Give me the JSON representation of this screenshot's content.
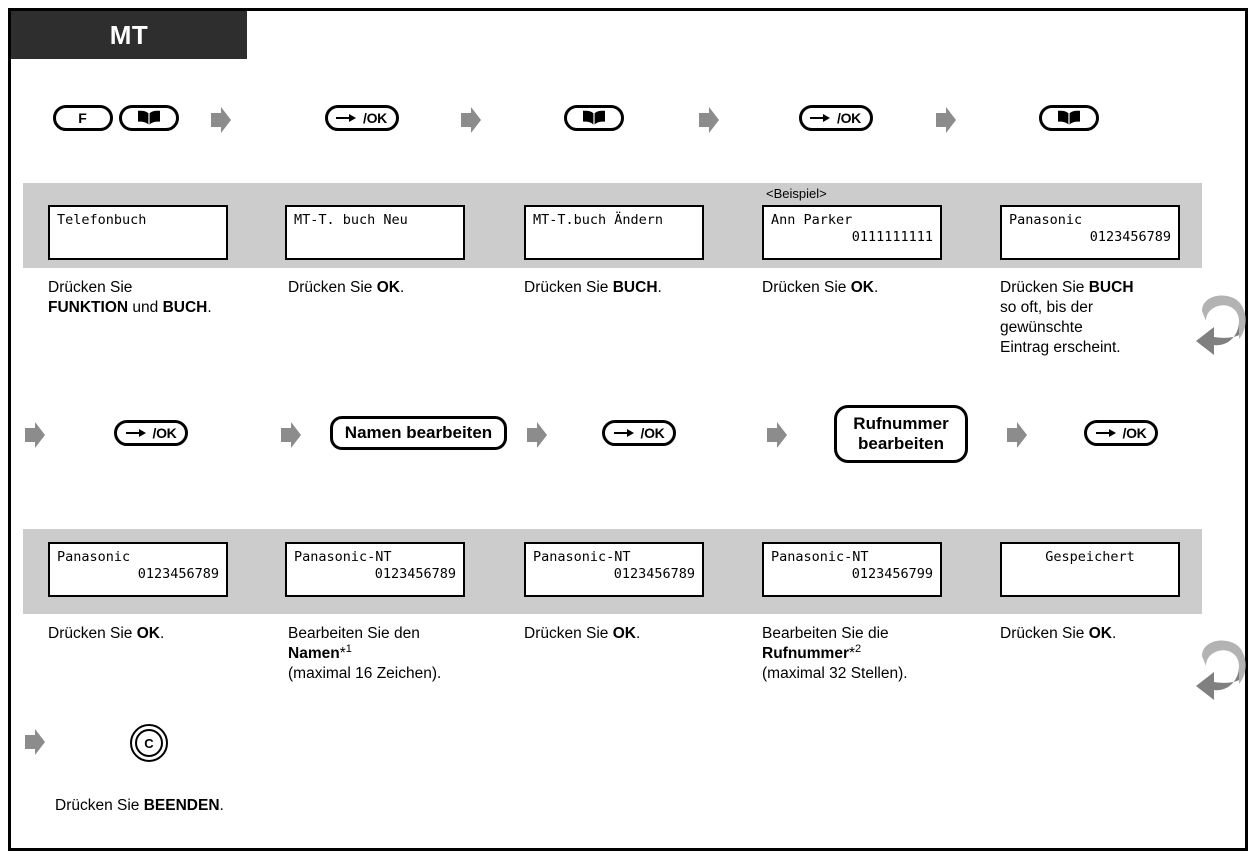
{
  "header": {
    "tab_label": "MT"
  },
  "icons": {
    "arrow": "right-arrow-icon",
    "book": "phonebook-book-icon",
    "ok": "ok-key-icon",
    "return": "return-loop-arrow-icon"
  },
  "keys": {
    "f": "F",
    "ok": "/OK",
    "ok_full": "→•/OK",
    "c": "C",
    "softkey_name": "Namen bearbeiten",
    "softkey_number_line1": "Rufnummer",
    "softkey_number_line2": "bearbeiten"
  },
  "row1": {
    "keys": [
      {
        "type": "pair",
        "labels": [
          "F",
          "book"
        ]
      },
      {
        "type": "ok",
        "label": "/OK"
      },
      {
        "type": "book",
        "label": "book"
      },
      {
        "type": "ok",
        "label": "/OK"
      },
      {
        "type": "book",
        "label": "book"
      }
    ],
    "example_label": "<Beispiel>",
    "lcds": [
      {
        "line1": "Telefonbuch",
        "line2": ""
      },
      {
        "line1": "MT-T. buch Neu",
        "line2": ""
      },
      {
        "line1": "MT-T.buch Ändern",
        "line2": ""
      },
      {
        "line1": "Ann Parker",
        "line2": "0111111111"
      },
      {
        "line1": "Panasonic",
        "line2": "0123456789"
      }
    ],
    "captions": [
      {
        "parts": [
          {
            "t": "Drücken Sie\n",
            "b": false
          },
          {
            "t": "FUNKTION",
            "b": true
          },
          {
            "t": " und ",
            "b": false
          },
          {
            "t": "BUCH",
            "b": true
          },
          {
            "t": ".",
            "b": false
          }
        ]
      },
      {
        "parts": [
          {
            "t": "Drücken Sie ",
            "b": false
          },
          {
            "t": "OK",
            "b": true
          },
          {
            "t": ".",
            "b": false
          }
        ]
      },
      {
        "parts": [
          {
            "t": "Drücken Sie ",
            "b": false
          },
          {
            "t": "BUCH",
            "b": true
          },
          {
            "t": ".",
            "b": false
          }
        ]
      },
      {
        "parts": [
          {
            "t": "Drücken Sie ",
            "b": false
          },
          {
            "t": "OK",
            "b": true
          },
          {
            "t": ".",
            "b": false
          }
        ]
      },
      {
        "parts": [
          {
            "t": "Drücken Sie ",
            "b": false
          },
          {
            "t": "BUCH",
            "b": true
          },
          {
            "t": "\nso oft, bis der\ngewünschte\nEintrag erscheint.",
            "b": false
          }
        ]
      }
    ]
  },
  "row2": {
    "lcds": [
      {
        "line1": "Panasonic",
        "line2": "0123456789"
      },
      {
        "line1": "Panasonic-NT",
        "line2": "0123456789"
      },
      {
        "line1": "Panasonic-NT",
        "line2": "0123456789"
      },
      {
        "line1": "Panasonic-NT",
        "line2": "0123456799"
      },
      {
        "line1": "Gespeichert",
        "line2": ""
      }
    ],
    "captions": [
      {
        "parts": [
          {
            "t": "Drücken Sie ",
            "b": false
          },
          {
            "t": "OK",
            "b": true
          },
          {
            "t": ".",
            "b": false
          }
        ]
      },
      {
        "parts": [
          {
            "t": "Bearbeiten Sie den\n",
            "b": false
          },
          {
            "t": "Namen",
            "b": true
          },
          {
            "t": "*",
            "b": false
          },
          {
            "t": "1",
            "sup": true
          },
          {
            "t": "\n(maximal 16 Zeichen).",
            "b": false
          }
        ]
      },
      {
        "parts": [
          {
            "t": "Drücken Sie ",
            "b": false
          },
          {
            "t": "OK",
            "b": true
          },
          {
            "t": ".",
            "b": false
          }
        ]
      },
      {
        "parts": [
          {
            "t": "Bearbeiten Sie die\n",
            "b": false
          },
          {
            "t": "Rufnummer",
            "b": true
          },
          {
            "t": "*",
            "b": false
          },
          {
            "t": "2",
            "sup": true
          },
          {
            "t": "\n(maximal 32 Stellen).",
            "b": false
          }
        ]
      },
      {
        "parts": [
          {
            "t": "Drücken Sie ",
            "b": false
          },
          {
            "t": "OK",
            "b": true
          },
          {
            "t": ".",
            "b": false
          }
        ]
      }
    ]
  },
  "row3": {
    "caption": {
      "parts": [
        {
          "t": "Drücken Sie ",
          "b": false
        },
        {
          "t": "BEENDEN",
          "b": true
        },
        {
          "t": ".",
          "b": false
        }
      ]
    }
  },
  "colors": {
    "header_bg": "#2e2e2e",
    "header_fg": "#ffffff",
    "band_bg": "#cccccc",
    "arrow_fill": "#8c8c8c",
    "lcd_bg": "#ffffff",
    "ink": "#000000"
  },
  "text_cache": {
    "mt": "MT",
    "beispiel": "<Beispiel>",
    "lcd_r1_1": "Telefonbuch",
    "lcd_r1_2": "MT-T. buch Neu",
    "lcd_r1_3": "MT-T.buch Ändern",
    "lcd_r1_4a": "Ann Parker",
    "lcd_r1_4b": "0111111111",
    "lcd_r1_5a": "Panasonic",
    "lcd_r1_5b": "0123456789",
    "lcd_r2_1a": "Panasonic",
    "lcd_r2_1b": "0123456789",
    "lcd_r2_2a": "Panasonic-NT",
    "lcd_r2_2b": "0123456789",
    "lcd_r2_3a": "Panasonic-NT",
    "lcd_r2_3b": "0123456789",
    "lcd_r2_4a": "Panasonic-NT",
    "lcd_r2_4b": "0123456799",
    "lcd_r2_5": "Gespeichert",
    "softkey_name": "Namen bearbeiten",
    "softkey_num1": "Rufnummer",
    "softkey_num2": "bearbeiten",
    "key_f": "F",
    "key_c": "C"
  }
}
